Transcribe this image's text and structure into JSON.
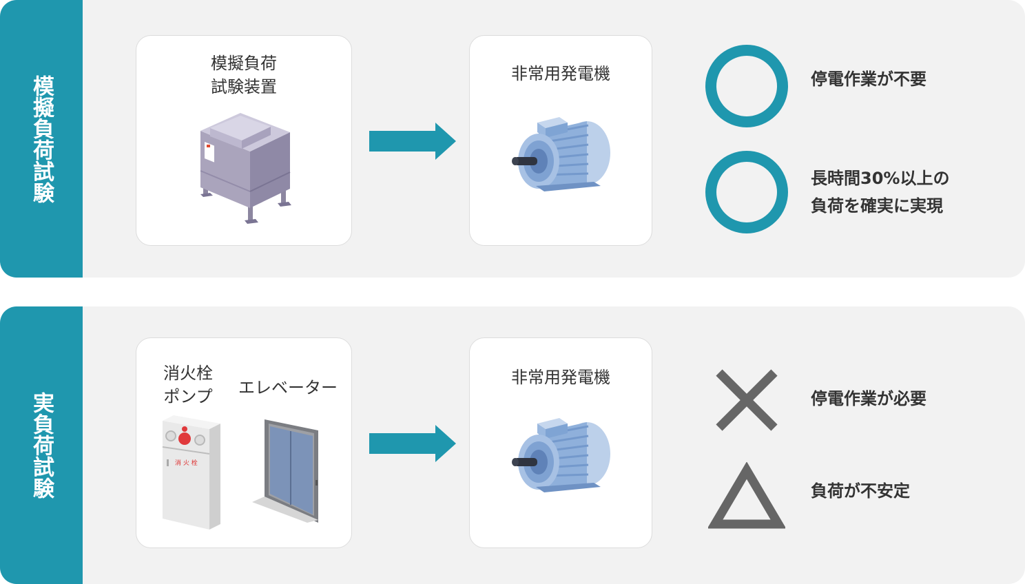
{
  "sections": [
    {
      "label": "模擬負荷試験",
      "source": {
        "title_line1": "模擬負荷",
        "title_line2": "試験装置",
        "icon": "load-bank-icon"
      },
      "target": {
        "title": "非常用発電機",
        "icon": "generator-motor-icon"
      },
      "results": [
        {
          "mark": "circle",
          "line1": "停電作業が不要",
          "line2": ""
        },
        {
          "mark": "circle",
          "line1": "長時間30%以上の",
          "line2": "負荷を確実に実現"
        }
      ]
    },
    {
      "label": "実負荷試験",
      "source": {
        "item1_line1": "消火栓",
        "item1_line2": "ポンプ",
        "item1_icon": "fire-hydrant-box-icon",
        "item2_label": "エレベーター",
        "item2_icon": "elevator-icon"
      },
      "target": {
        "title": "非常用発電機",
        "icon": "generator-motor-icon"
      },
      "results": [
        {
          "mark": "cross",
          "line1": "停電作業が必要"
        },
        {
          "mark": "triangle",
          "line1": "負荷が不安定"
        }
      ]
    }
  ],
  "hydrant_plate_text": "消 火 栓",
  "colors": {
    "accent": "#1f97ae",
    "mark_gray": "#666666",
    "panel_bg": "#f2f2f2"
  }
}
